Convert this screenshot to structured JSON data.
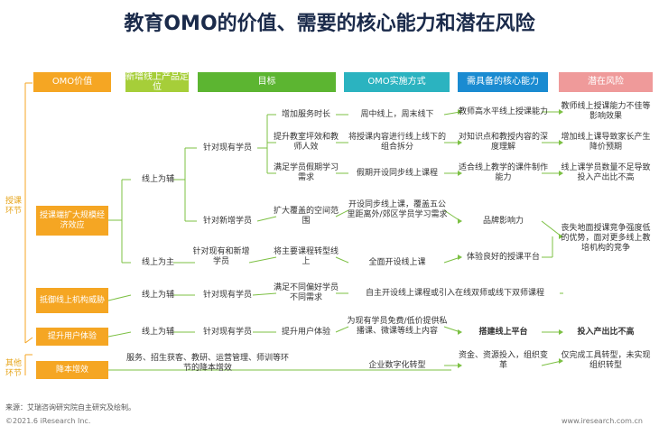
{
  "title": "教育OMO的价值、需要的核心能力和潜在风险",
  "headers": {
    "value": "OMO价值",
    "new_online": "新增线上产品定位",
    "goal": "目标",
    "method": "OMO实施方式",
    "ability": "需具备的核心能力",
    "risk": "潜在风险"
  },
  "side_labels": {
    "teaching": "授课环节",
    "other": "其他环节"
  },
  "values": {
    "expand": "授课端扩大规模经济效应",
    "resist": "抵御线上机构威胁",
    "improve": "提升用户体验",
    "cost": "降本增效"
  },
  "positions": {
    "aux1": "线上为辅",
    "main": "线上为主",
    "aux2": "线上为辅",
    "aux3": "线上为辅",
    "services": "服务、招生获客、教研、运营管理、师训等环节的降本增效"
  },
  "targets": {
    "existing1": "针对现有学员",
    "new_students": "针对新增学员",
    "existing_new": "针对现有和新增学员",
    "existing2": "针对现有学员",
    "existing3": "针对现有学员"
  },
  "goals": {
    "g1": "增加服务时长",
    "g2": "提升教室坪效和教师人效",
    "g3": "满足学员假期学习需求",
    "g4": "扩大覆盖的空间范围",
    "g5": "将主要课程转型线上",
    "g6": "满足不同偏好学员不同需求",
    "g7": "提升用户体验"
  },
  "methods": {
    "m1": "周中线上，周末线下",
    "m2": "将授课内容进行线上线下的组合拆分",
    "m3": "假期开设同步线上课程",
    "m4": "开设同步线上课，覆盖五公里距离外/郊区学员学习需求",
    "m5": "全面开设线上课",
    "m6": "自主开设线上课程或引入在线双师或线下双师课程",
    "m7": "为现有学员免费/低价提供私播课、微课等线上内容",
    "m8": "企业数字化转型"
  },
  "abilities": {
    "a1": "教师高水平线上授课能力",
    "a2": "对知识点和教授内容的深度理解",
    "a3": "适合线上教学的课件制作能力",
    "a4": "品牌影响力",
    "a5": "体验良好的授课平台",
    "a6": "搭建线上平台",
    "a7": "资金、资源投入，组织变革"
  },
  "risks": {
    "r1": "教师线上授课能力不佳等影响效果",
    "r2": "增加线上课导致家长产生降价预期",
    "r3": "线上课学员数量不足导致投入产出比不高",
    "r4": "丧失地面授课竞争强度低的优势，面对更多线上教培机构的竞争",
    "r5": "投入产出比不高",
    "r6": "仅完成工具转型，未实现组织转型"
  },
  "footer": {
    "source": "来源：艾瑞咨询研究院自主研究及绘制。",
    "copyright": "©2021.6 iResearch Inc.",
    "website": "www.iresearch.com.cn"
  },
  "colors": {
    "orange": "#f5a623",
    "lightgreen": "#a6ce39",
    "green": "#5cb531",
    "teal": "#2bb3c0",
    "blue": "#1a8bd1",
    "pink": "#ef9a9a",
    "line": "#7cc043"
  }
}
